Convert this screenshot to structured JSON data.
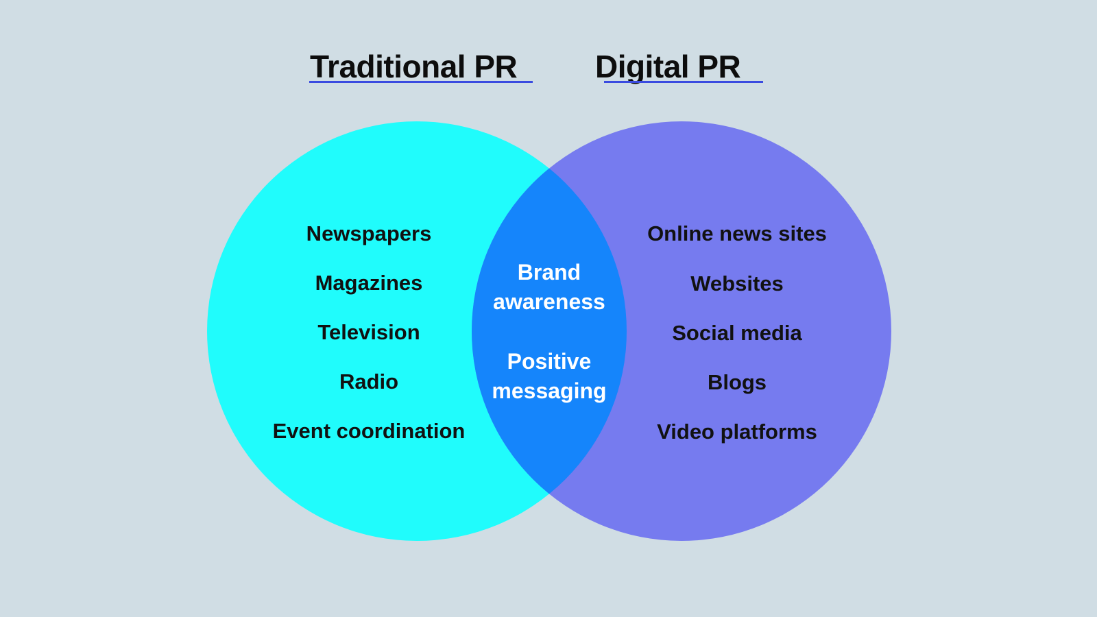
{
  "titles": {
    "left": "Traditional PR",
    "right": "Digital PR"
  },
  "colors": {
    "background": "#d0dde4",
    "left_circle": "#20fcfc",
    "right_circle": "#767bef",
    "overlap": "#1585fb",
    "underline": "#3a4be0"
  },
  "left_items": [
    "Newspapers",
    "Magazines",
    "Television",
    "Radio",
    "Event coordination"
  ],
  "overlap_items": [
    {
      "line1": "Brand",
      "line2": "awareness"
    },
    {
      "line1": "Positive",
      "line2": "messaging"
    }
  ],
  "right_items": [
    "Online news sites",
    "Websites",
    "Social media",
    "Blogs",
    "Video platforms"
  ]
}
